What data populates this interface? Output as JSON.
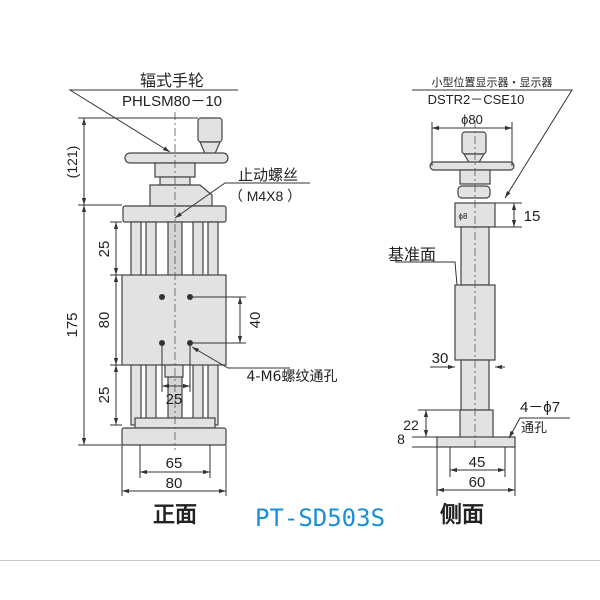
{
  "title": "PT-SD503S",
  "colors": {
    "title": "#1a8fd8",
    "line": "#333333",
    "part_fill": "#e2e2e2"
  },
  "front_view": {
    "label": "正面",
    "handwheel_label": "辐式手轮",
    "handwheel_model": "PHLSM80－10",
    "stop_screw_label": "止动螺丝",
    "stop_screw_spec": "（ M4X8 ）",
    "tapped_hole_label": "4-M6螺纹通孔",
    "dims": {
      "handle_height": "(121)",
      "total_height": "175",
      "upper": "25",
      "carriage": "80",
      "lower": "25",
      "hole_pitch_v": "40",
      "hole_pitch_h": "25",
      "base_inner": "65",
      "base_outer": "80"
    }
  },
  "side_view": {
    "label": "侧面",
    "display_label": "小型位置显示器・显示器",
    "display_model": "DSTR2－CSE10",
    "reference_label": "基准面",
    "hole_label": "4－ϕ7",
    "hole_type": "通孔",
    "dims": {
      "wheel_dia": "ϕ80",
      "display_h": "15",
      "display_small": "ϕ8",
      "carriage_w": "30",
      "nut_h": "22",
      "base_t": "8",
      "base_inner": "45",
      "base_outer": "60"
    }
  }
}
